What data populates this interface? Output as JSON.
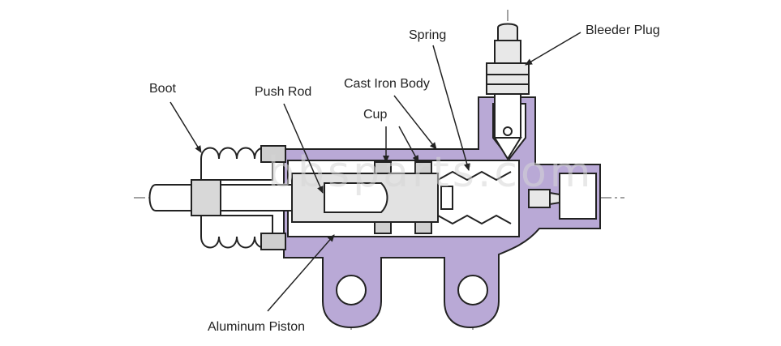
{
  "colors": {
    "body_fill": "#b9a9d6",
    "outline": "#222222",
    "part_fill": "#e2e2e2",
    "bore_fill": "#ffffff"
  },
  "labels": {
    "boot": "Boot",
    "push_rod": "Push Rod",
    "cast_iron_body": "Cast Iron Body",
    "cup": "Cup",
    "spring": "Spring",
    "bleeder_plug": "Bleeder Plug",
    "aluminum_piston": "Aluminum Piston"
  },
  "watermark": "bbsparts.com"
}
